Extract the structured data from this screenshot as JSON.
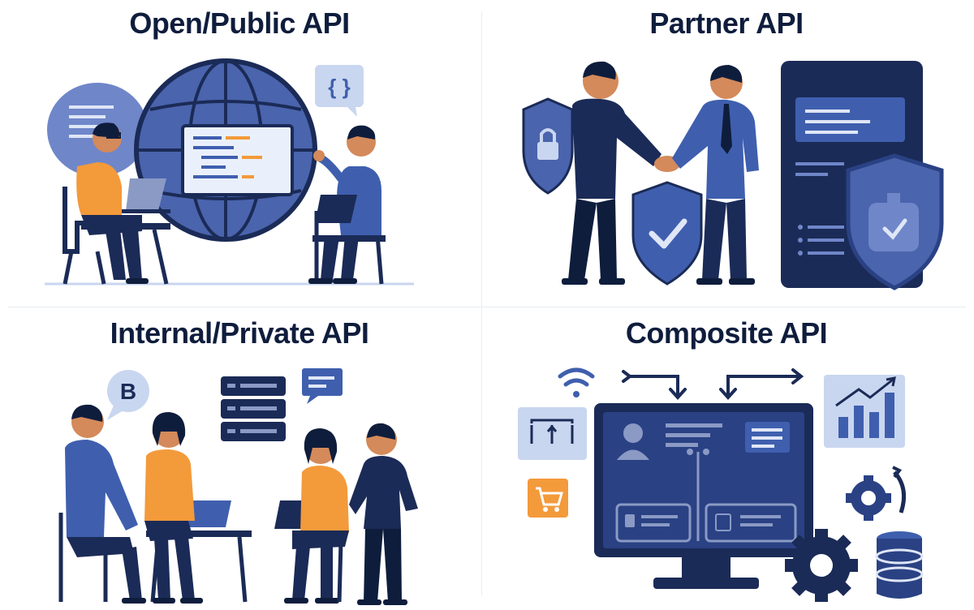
{
  "panels": [
    {
      "title": "Open/Public API"
    },
    {
      "title": "Partner API"
    },
    {
      "title": "Internal/Private API"
    },
    {
      "title": "Composite API"
    }
  ],
  "icons": {
    "code_braces": "{ }",
    "chat_letter": "B"
  },
  "colors": {
    "navy": "#1b2b57",
    "dark_navy": "#0f1d3d",
    "blue": "#3f5fae",
    "light_blue": "#c9d6f0",
    "orange": "#f39a3b",
    "panel_text": "#0f1d3d"
  }
}
